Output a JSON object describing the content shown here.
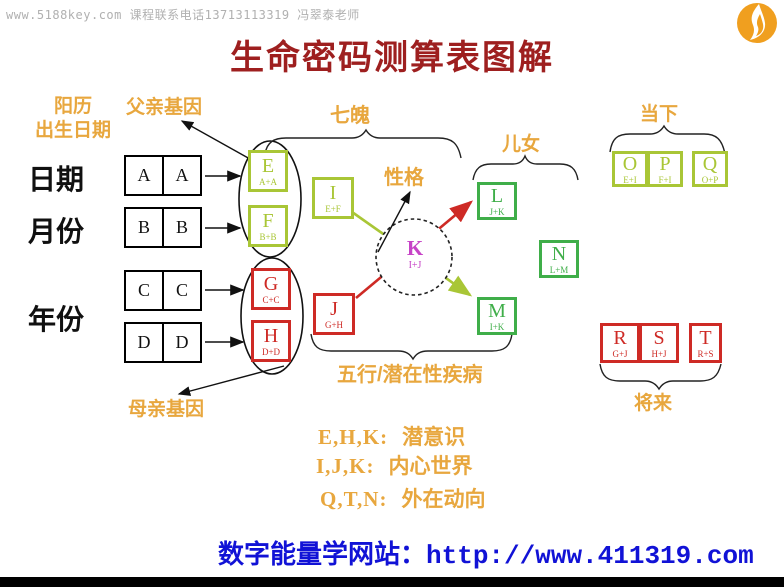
{
  "watermark": "www.5188key.com 课程联系电话13713113319 冯翠泰老师",
  "title": "生命密码测算表图解",
  "labels": {
    "solar_line1": "阳历",
    "solar_line2": "出生日期",
    "father_gene": "父亲基因",
    "mother_gene": "母亲基因",
    "seven_po": "七魄",
    "personality": "性格",
    "children": "儿女",
    "present": "当下",
    "future": "将来",
    "five_elements": "五行/潜在性疾病",
    "date": "日期",
    "month": "月份",
    "year": "年份"
  },
  "input_pairs": [
    {
      "name": "day",
      "cells": [
        "A",
        "A"
      ]
    },
    {
      "name": "month",
      "cells": [
        "B",
        "B"
      ]
    },
    {
      "name": "year1",
      "cells": [
        "C",
        "C"
      ]
    },
    {
      "name": "year2",
      "cells": [
        "D",
        "D"
      ]
    }
  ],
  "nodes": {
    "E": {
      "letter": "E",
      "formula": "A+A"
    },
    "F": {
      "letter": "F",
      "formula": "B+B"
    },
    "G": {
      "letter": "G",
      "formula": "C+C"
    },
    "H": {
      "letter": "H",
      "formula": "D+D"
    },
    "I": {
      "letter": "I",
      "formula": "E+F"
    },
    "J": {
      "letter": "J",
      "formula": "G+H"
    },
    "K": {
      "letter": "K",
      "formula": "I+J"
    },
    "L": {
      "letter": "L",
      "formula": "J+K"
    },
    "M": {
      "letter": "M",
      "formula": "I+K"
    },
    "N": {
      "letter": "N",
      "formula": "L+M"
    },
    "O": {
      "letter": "O",
      "formula": "E+I"
    },
    "P": {
      "letter": "P",
      "formula": "F+I"
    },
    "Q": {
      "letter": "Q",
      "formula": "O+P"
    },
    "R": {
      "letter": "R",
      "formula": "G+J"
    },
    "S": {
      "letter": "S",
      "formula": "H+J"
    },
    "T": {
      "letter": "T",
      "formula": "R+S"
    }
  },
  "legend": [
    {
      "keys": "E,H,K:",
      "text": "潜意识"
    },
    {
      "keys": "I,J,K:",
      "text": "内心世界"
    },
    {
      "keys": "Q,T,N:",
      "text": "外在动向"
    }
  ],
  "footer": {
    "label": "数字能量学网站：",
    "url": "http://www.411319.com"
  },
  "colors": {
    "title_red": "#9e1f1f",
    "accent_orange": "#e8a73e",
    "olive_green": "#a9c636",
    "node_red": "#ce2a25",
    "node_green": "#3fae49",
    "k_magenta": "#c743c7",
    "footer_blue": "#1112d6",
    "watermark_gray": "#b0b0b0"
  }
}
